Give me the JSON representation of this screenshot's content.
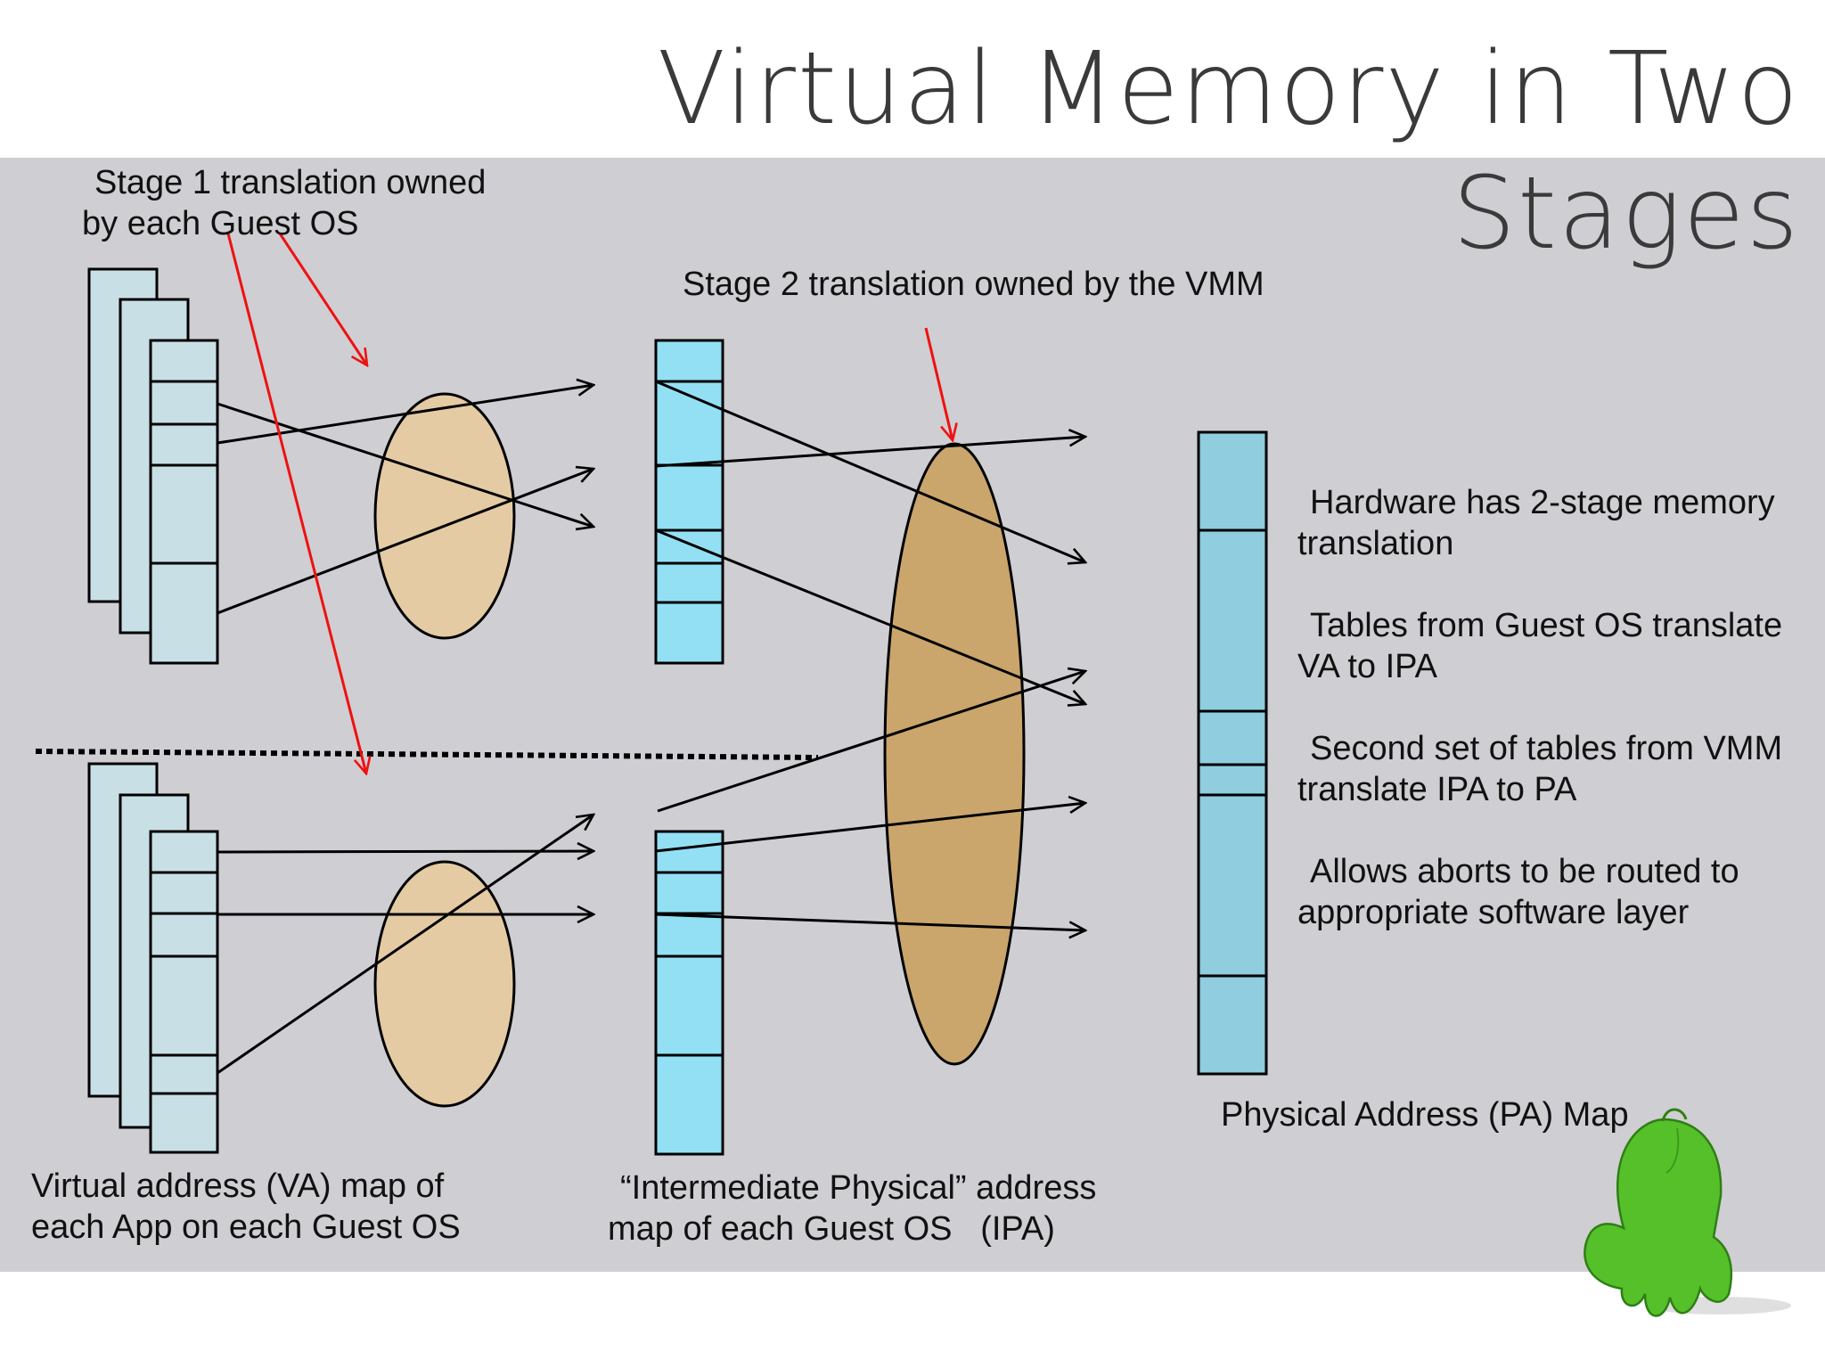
{
  "title": "Virtual Memory in Two Stages",
  "labels": {
    "stage1_line1": "Stage 1 translation owned",
    "stage1_line2": "by each Guest OS",
    "stage2": "Stage 2 translation owned by the VMM",
    "va_line1": "Virtual address (VA) map of",
    "va_line2": "each App on each Guest OS",
    "ipa_line1": "“Intermediate Physical” address",
    "ipa_line2": "map of each Guest OS   (IPA)",
    "pa": "Physical Address (PA) Map"
  },
  "notes": [
    {
      "line1": "Hardware has 2-stage memory",
      "line2": "translation"
    },
    {
      "line1": "Tables from Guest OS translate",
      "line2": "VA to IPA"
    },
    {
      "line1": "Second set of tables from VMM",
      "line2": "translate IPA to PA"
    },
    {
      "line1": "Allows aborts to be routed to",
      "line2": "appropriate software layer"
    }
  ],
  "colors": {
    "panel": "#cfced2",
    "va_stack": "#c9dfe6",
    "ipa_table": "#93e0f4",
    "pa_table": "#8fcddf",
    "stage1_ellipse": "#e4cba3",
    "stage2_ellipse": "#caa56c",
    "annotation_arrow": "#ee1111",
    "mascot": "#55c02a"
  },
  "icons": [
    "mascot-icon"
  ]
}
